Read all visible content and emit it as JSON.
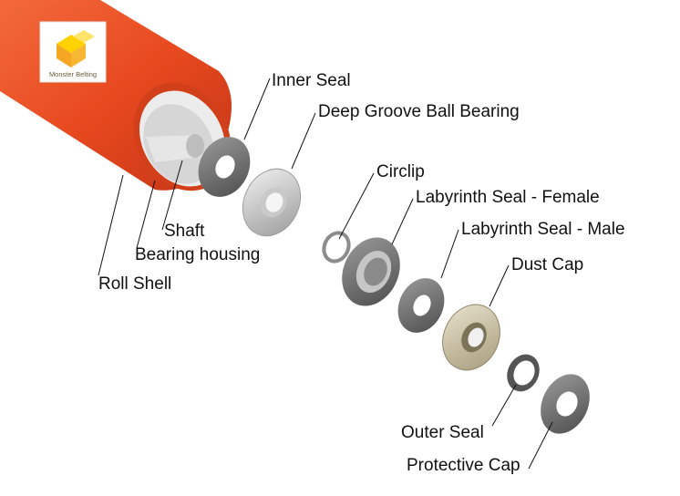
{
  "brand": {
    "logo_text": "Monster Belting"
  },
  "labels": {
    "inner_seal": "Inner Seal",
    "deep_groove_ball_bearing": "Deep Groove Ball Bearing",
    "circlip": "Circlip",
    "labyrinth_seal_female": "Labyrinth Seal - Female",
    "labyrinth_seal_male": "Labyrinth Seal - Male",
    "dust_cap": "Dust Cap",
    "shaft": "Shaft",
    "bearing_housing": "Bearing housing",
    "roll_shell": "Roll Shell",
    "outer_seal": "Outer Seal",
    "protective_cap": "Protective Cap"
  },
  "colors": {
    "roll_shell": "#e8491f",
    "roll_shell_dark": "#c9381a",
    "metal_light": "#d9d9d9",
    "metal_mid": "#a8a8a8",
    "metal_dark": "#6e6e6e",
    "dust_cap": "#cbc2a8",
    "logo_orange": "#f5a623",
    "logo_yellow": "#ffd200"
  }
}
